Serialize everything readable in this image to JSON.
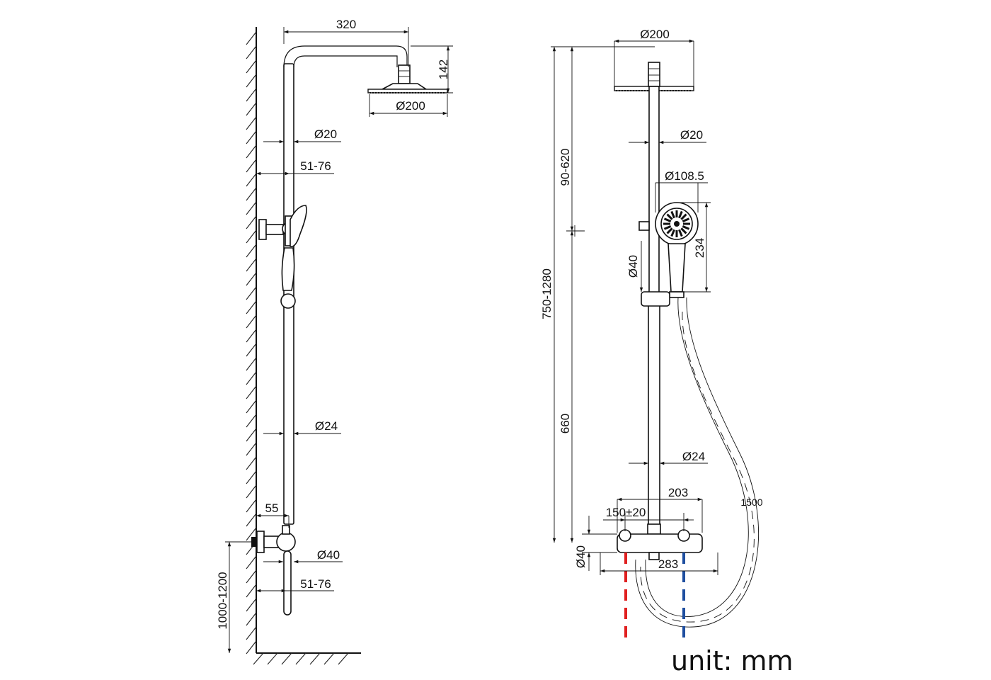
{
  "side_view": {
    "arm_width": "320",
    "head_drop": "142",
    "head_diameter": "Ø200",
    "upper_pipe_diameter": "Ø20",
    "wall_bracket_range_top": "51-76",
    "lower_pipe_diameter": "Ø24",
    "mixer_offset": "55",
    "mixer_diameter": "Ø40",
    "wall_bracket_range_bottom": "51-76",
    "mount_height": "1000-1200"
  },
  "front_view": {
    "head_diameter": "Ø200",
    "upper_pipe_diameter": "Ø20",
    "adjust_range": "90-620",
    "total_height": "750-1280",
    "hand_shower_diameter": "Ø108.5",
    "hand_shower_length": "234",
    "holder_diameter": "Ø40",
    "lower_pipe_length": "660",
    "lower_pipe_diameter": "Ø24",
    "mixer_width": "203",
    "inlet_spacing": "150±20",
    "hose_length": "1500",
    "mixer_height": "Ø40",
    "mixer_total_width": "283"
  },
  "unit_label": "unit: mm",
  "colors": {
    "hot": "#e02020",
    "cold": "#1f4fa0",
    "line": "#111111"
  }
}
